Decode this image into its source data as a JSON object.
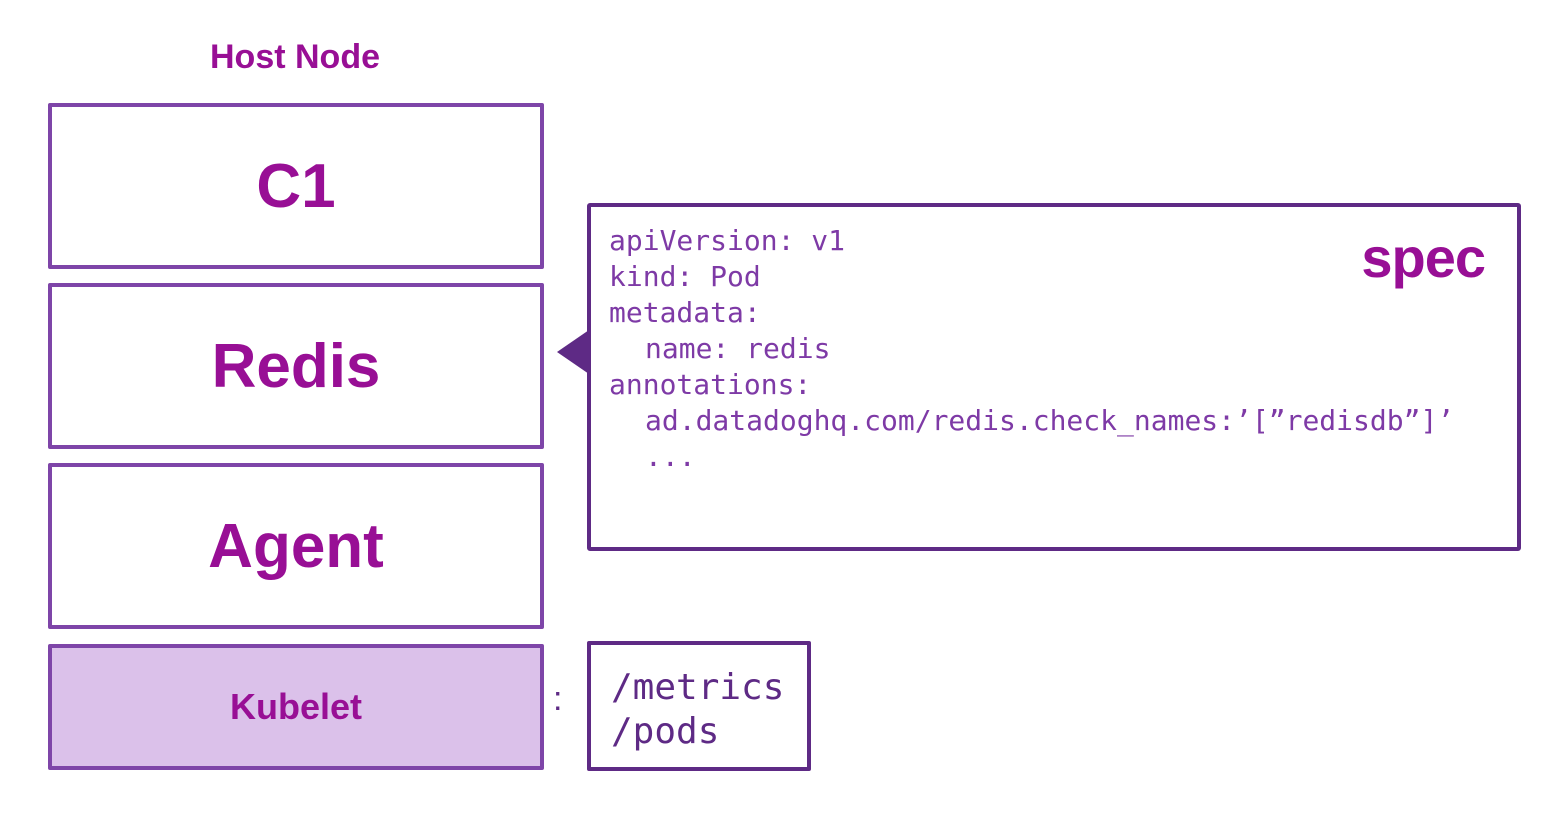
{
  "host_node": {
    "title": "Host Node",
    "containers": [
      {
        "label": "C1"
      },
      {
        "label": "Redis"
      },
      {
        "label": "Agent"
      },
      {
        "label": "Kubelet"
      }
    ]
  },
  "spec": {
    "title": "spec",
    "lines": [
      "apiVersion: v1",
      "kind: Pod",
      "metadata:",
      "name: redis",
      "annotations:",
      "ad.datadoghq.com/redis.check_names:’[”redisdb”]’",
      "..."
    ]
  },
  "kubelet_endpoints": {
    "separator": ":",
    "items": [
      "/metrics",
      "/pods"
    ]
  },
  "colors": {
    "label_purple": "#980f95",
    "box_border": "#7e45a8",
    "spec_border": "#5e2a85",
    "code_purple": "#7e3aa6",
    "kubelet_fill": "#dbc1ea"
  }
}
